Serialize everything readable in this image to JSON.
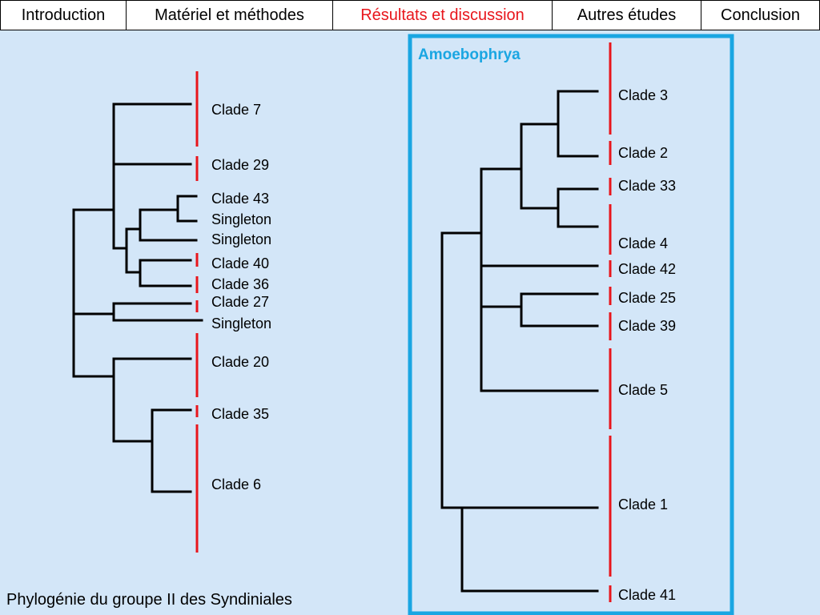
{
  "nav": {
    "tabs": [
      {
        "label": "Introduction",
        "active": false
      },
      {
        "label": "Matériel et méthodes",
        "active": false
      },
      {
        "label": "Résultats et discussion",
        "active": true
      },
      {
        "label": "Autres études",
        "active": false
      },
      {
        "label": "Conclusion",
        "active": false
      }
    ]
  },
  "left_tree": {
    "labels": [
      "Clade 7",
      "Clade 29",
      "Clade 43",
      "Singleton",
      "Singleton",
      "Clade 40",
      "Clade 36",
      "Clade 27",
      "Singleton",
      "Clade 20",
      "Clade 35",
      "Clade 6"
    ]
  },
  "right_box": {
    "title": "Amoebophrya",
    "labels": [
      "Clade 3",
      "Clade 2",
      "Clade 33",
      "Clade 4",
      "Clade 42",
      "Clade 25",
      "Clade 39",
      "Clade 5",
      "Clade 1",
      "Clade 41"
    ]
  },
  "caption": "Phylogénie du groupe II des Syndiniales",
  "colors": {
    "background": "#d3e6f8",
    "active_tab": "#e8151b",
    "clade_bar": "#e8151b",
    "box_border": "#1aa6e2",
    "branch": "#000000"
  }
}
